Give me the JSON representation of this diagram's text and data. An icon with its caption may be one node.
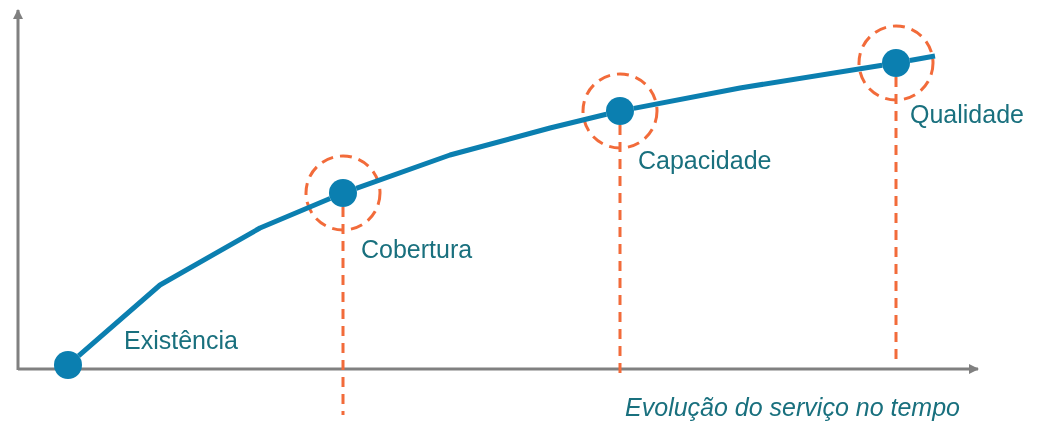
{
  "diagram": {
    "nodes": [
      {
        "text": [],
        "shape": "circle",
        "beside": [
          "Existência"
        ]
      },
      {
        "text": [],
        "shape": "circle",
        "beside": [
          "Cobertura"
        ]
      },
      {
        "text": [],
        "shape": "circle",
        "beside": [
          "Capacidade"
        ]
      },
      {
        "text": [],
        "shape": "circle",
        "beside": [
          "Qualidade"
        ]
      }
    ],
    "edges": [
      {
        "from": 0,
        "to": 1,
        "arrow": "none"
      },
      {
        "from": 1,
        "to": 2,
        "arrow": "none"
      },
      {
        "from": 2,
        "to": 3,
        "arrow": "none"
      },
      {
        "from": 3,
        "to": null,
        "arrow": "none"
      }
    ],
    "labels": [
      "Evolução do serviço no tempo"
    ]
  }
}
